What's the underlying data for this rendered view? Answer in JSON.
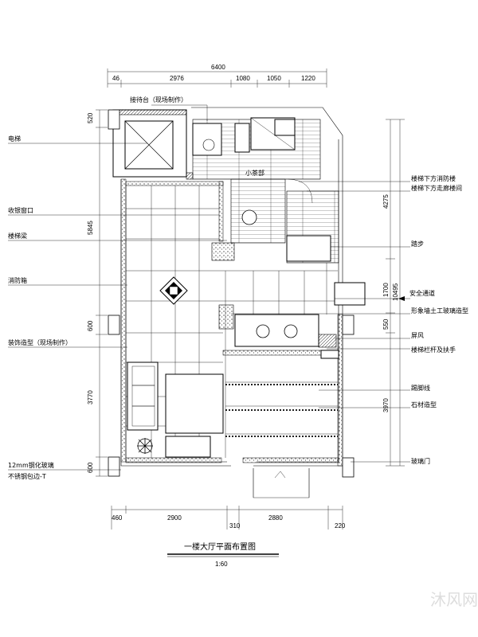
{
  "title": "一楼大厅平面布置图",
  "scale": "1:60",
  "watermark": "沐风网",
  "dims_top": {
    "total": "6400",
    "parts": [
      "46",
      "2976",
      "1080",
      "1050",
      "1220"
    ]
  },
  "dims_bottom": {
    "parts": [
      "460",
      "2900",
      "2880",
      "220"
    ],
    "sub": "310"
  },
  "dims_left": [
    "520",
    "5845",
    "600",
    "3770",
    "600"
  ],
  "dims_right": [
    "4275",
    "1700",
    "550",
    "3970",
    "10495"
  ],
  "rooms": {
    "study": "小茶部"
  },
  "labels_left": {
    "elevator": "电梯",
    "counter_top": "接待台（现场制作）",
    "window": "收银窗口",
    "stairs": "楼梯梁",
    "fire_box": "消防箱",
    "decor_wall": "装饰造型（现场制作）",
    "glass_door": "12mm钢化玻璃",
    "steel_frame": "不锈钢包边-T"
  },
  "labels_right": {
    "under_stair_1": "楼梯下方消防楼",
    "under_stair_2": "楼梯下方走廊楼间",
    "steps": "踏步",
    "safe_exit": "安全通道",
    "wall_decor": "形象墙土工玻璃造型",
    "screen": "屏风",
    "stair_rail": "楼梯栏杆及扶手",
    "step_edge": "踢脚线",
    "stone": "石材造型",
    "glass_entry": "玻璃门"
  }
}
